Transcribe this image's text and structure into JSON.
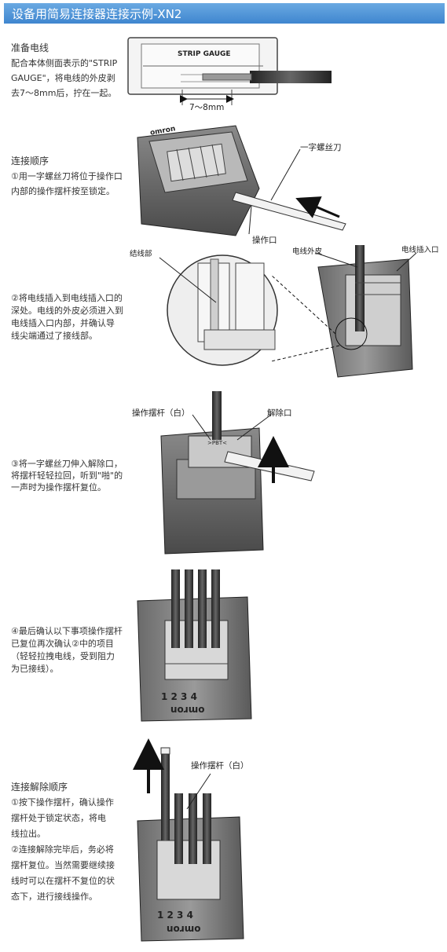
{
  "header": {
    "title": "设备用简易连接器连接示例-XN2",
    "color": "#4a8fd6"
  },
  "sections": {
    "prepare": {
      "heading": "准备电线",
      "lines": [
        "配合本体侧面表示的\"STRIP",
        "GAUGE\"，将电线的外皮剥",
        "去7～8mm后，拧在一起。"
      ]
    },
    "procedure": {
      "heading": "连接顺序",
      "lines": [
        "①用一字螺丝刀将位于操作口",
        "内部的操作摆杆按至锁定。"
      ]
    },
    "step2": {
      "lines": [
        "②将电线插入到电线插入口的",
        "深处。电线的外皮必须进入到",
        "电线插入口内部，并确认导",
        "线尖端通过了接线部。"
      ]
    },
    "step3": {
      "lines": [
        "③将一字螺丝刀伸入解除口，",
        "将摆杆轻轻拉回，听到\"啪\"的",
        "一声时为操作摆杆复位。"
      ]
    },
    "step4": {
      "lines": [
        "④最后确认以下事项操作摆杆",
        "已复位再次确认②中的项目",
        "（轻轻拉拽电线，受到阻力",
        "为已接线）。"
      ]
    },
    "release": {
      "heading": "连接解除顺序",
      "lines": [
        "①按下操作摆杆，确认操作",
        "摆杆处于锁定状态，将电",
        "线拉出。",
        "②连接解除完毕后，务必将",
        "摆杆复位。当然需要继续接",
        "线时可以在摆杆不复位的状",
        "态下，进行接线操作。"
      ]
    }
  },
  "figures": {
    "strip_gauge": "STRIP GAUGE",
    "dimension": "7～8mm",
    "screwdriver": "一字螺丝刀",
    "operation_port": "操作口",
    "terminal_part": "结线部",
    "wire_sheath": "电线外皮",
    "wire_inlet": "电线插入口",
    "lever_white": "操作摆杆（白）",
    "release_port": "解除口",
    "lever_white_2": "操作摆杆（白）",
    "brand": "omron",
    "pins": "1 2 3 4",
    "pbt": ">PBT<",
    "side_label": "STRIP GAUGE"
  }
}
